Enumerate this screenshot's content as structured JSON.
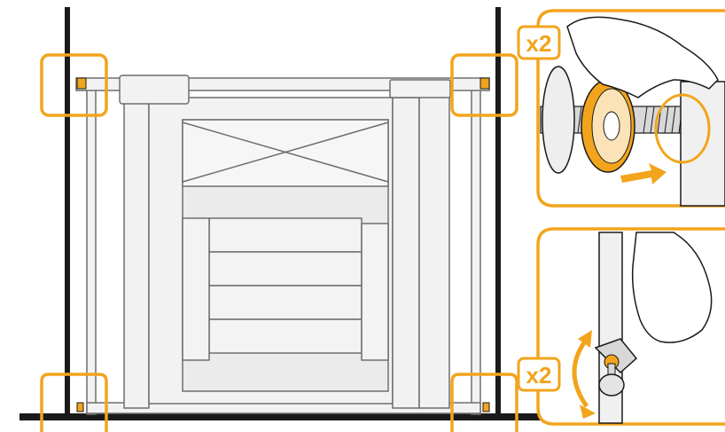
{
  "colors": {
    "accent": "#f2a41c",
    "accent_light": "#fbe3b7",
    "line": "#1a1a1a",
    "gate_fill": "#f0f0f0",
    "gate_stroke": "#6e6e6e",
    "wall": "#1a1a1a"
  },
  "callouts": {
    "top_right": {
      "badge": "x2",
      "icon": "hand-turning-wheel-icon"
    },
    "bottom_right": {
      "badge": "x2",
      "icon": "hand-wrench-tightening-icon"
    }
  },
  "diagram": {
    "main_icon": "pressure-mounted-safety-gate",
    "highlight_boxes": [
      "top-left-spindle",
      "top-right-spindle",
      "bottom-left-spindle",
      "bottom-right-spindle"
    ]
  }
}
